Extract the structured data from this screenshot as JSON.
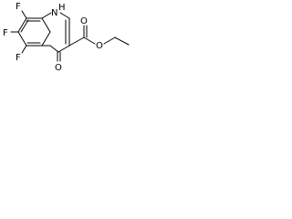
{
  "structure": {
    "atom_labels": {
      "f_top": "F",
      "f_mid": "F",
      "f_bottom": "F",
      "nh": "N",
      "h": "H",
      "o_ketone": "O",
      "o_ester_double": "O",
      "o_ester_single": "O"
    },
    "colors": {
      "background": "#ffffff",
      "ink": "#000000"
    }
  }
}
